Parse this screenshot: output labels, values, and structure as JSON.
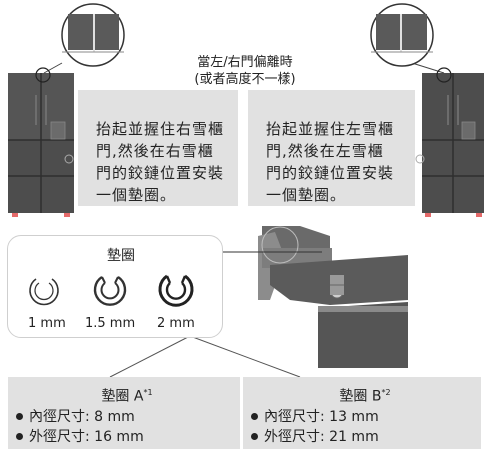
{
  "caption": {
    "line1": "當左/右門偏離時",
    "line2": "(或者高度不一樣)"
  },
  "notes": {
    "right_door": [
      "抬起並握住右雪櫃",
      "門,然後在右雪櫃",
      "門的鉸鏈位置安裝",
      "一個墊圈。"
    ],
    "left_door": [
      "抬起並握住左雪櫃",
      "門,然後在左雪櫃",
      "門的鉸鏈位置安裝",
      "一個墊圈。"
    ]
  },
  "washers": {
    "title": "墊圈",
    "sizes": [
      "1 mm",
      "1.5 mm",
      "2 mm"
    ]
  },
  "specs": {
    "a": {
      "title": "墊圈 A",
      "footnote": "*1",
      "inner": "內徑尺寸: 8 mm",
      "outer": "外徑尺寸: 16 mm"
    },
    "b": {
      "title": "墊圈 B",
      "footnote": "*2",
      "inner": "內徑尺寸: 13 mm",
      "outer": "外徑尺寸: 21 mm"
    }
  }
}
